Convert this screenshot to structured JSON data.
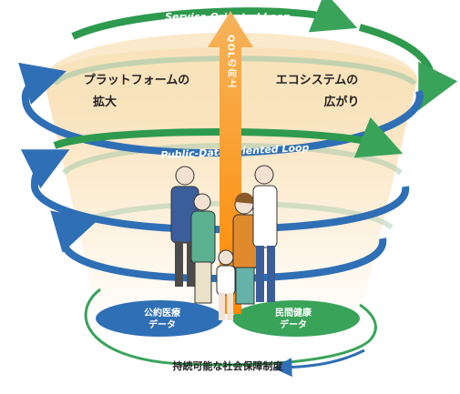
{
  "loops": {
    "service": "Service Oriented Loop",
    "public_data": "Public-Data Oriented Loop"
  },
  "center_arrow_label": "QOLの向上",
  "upper": {
    "left_line1": "プラットフォームの",
    "left_line2": "拡大",
    "right_line1": "エコシステムの",
    "right_line2": "広がり"
  },
  "bottom": {
    "left_line1": "公約医療",
    "left_line2": "データ",
    "right_line1": "民間健康",
    "right_line2": "データ",
    "caption": "持続可能な社会保障制度"
  },
  "people_icon": "family-group-illustration",
  "colors": {
    "blue": "#2f6fb5",
    "green": "#3aa35a",
    "orange": "#f29222",
    "cone_top": "#f8ddb0",
    "cone_bottom": "#ffffff"
  }
}
